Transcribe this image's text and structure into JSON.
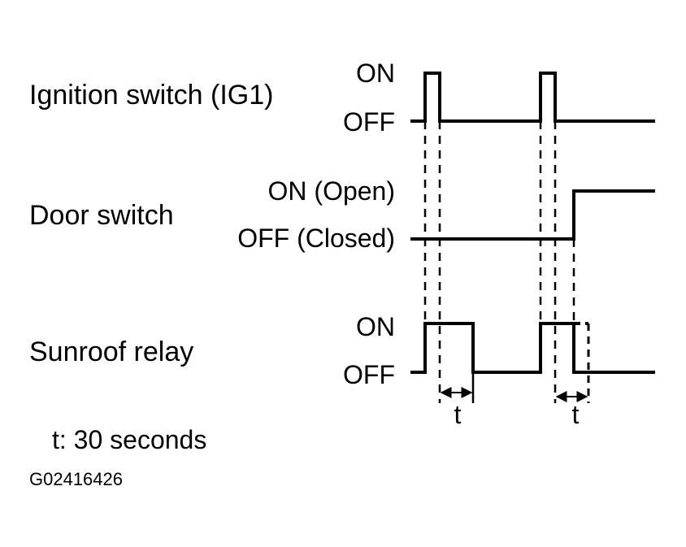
{
  "signals": [
    {
      "name": "Ignition switch (IG1)",
      "on_label": "ON",
      "off_label": "OFF"
    },
    {
      "name": "Door switch",
      "on_label": "ON (Open)",
      "off_label": "OFF (Closed)"
    },
    {
      "name": "Sunroof relay",
      "on_label": "ON",
      "off_label": "OFF"
    }
  ],
  "intervals": [
    {
      "label": "t"
    },
    {
      "label": "t"
    }
  ],
  "note": "t: 30 seconds",
  "figure_code": "G02416426",
  "colors": {
    "line": "#000000",
    "background": "#ffffff"
  }
}
